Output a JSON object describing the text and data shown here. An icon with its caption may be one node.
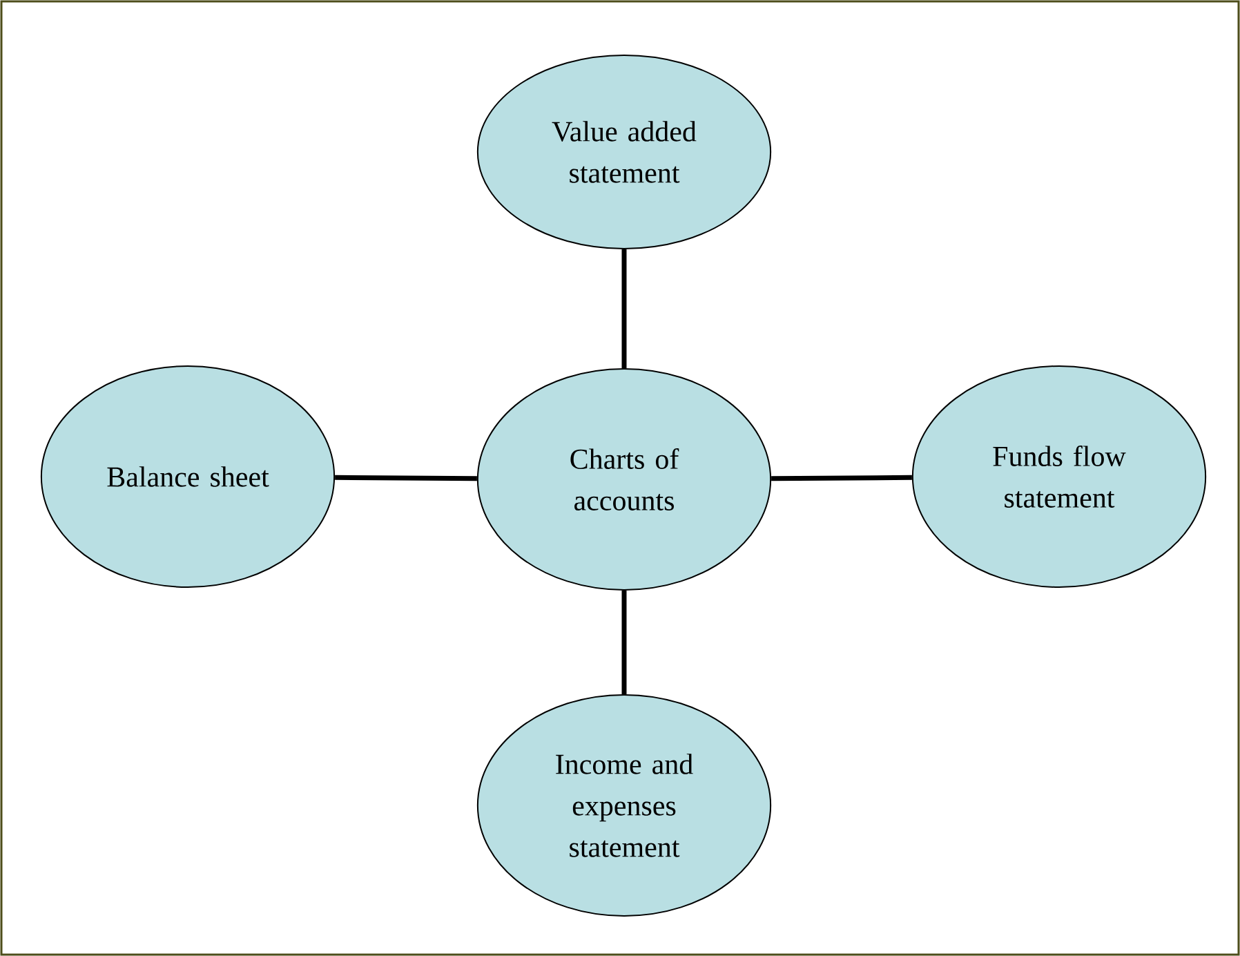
{
  "diagram": {
    "nodes": [
      {
        "text": [
          "Value added statement"
        ]
      },
      {
        "text": [
          "Balance sheet"
        ]
      },
      {
        "text": [
          "Charts of accounts"
        ]
      },
      {
        "text": [
          "Funds flow statement"
        ]
      },
      {
        "text": [
          "Income and expenses statement"
        ]
      }
    ],
    "edges": [
      {
        "from": 2,
        "to": 0,
        "arrow": "none"
      },
      {
        "from": 1,
        "to": 2,
        "arrow": "none"
      },
      {
        "from": 2,
        "to": 3,
        "arrow": "none"
      },
      {
        "from": 2,
        "to": 4,
        "arrow": "none"
      }
    ]
  }
}
